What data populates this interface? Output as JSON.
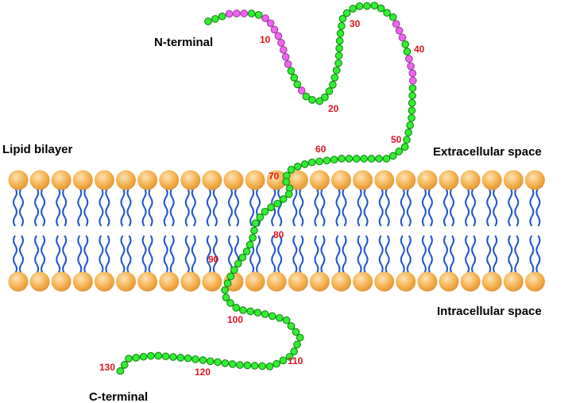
{
  "labels": {
    "n_terminal": "N-terminal",
    "c_terminal": "C-terminal",
    "lipid_bilayer": "Lipid bilayer",
    "extracellular": "Extracellular space",
    "intracellular": "Intracellular space"
  },
  "residue_numbers": [
    "10",
    "20",
    "30",
    "40",
    "50",
    "60",
    "70",
    "80",
    "90",
    "100",
    "110",
    "120",
    "130"
  ],
  "colors": {
    "residue_green": "#33ee33",
    "residue_magenta": "#ee66ee",
    "residue_outline": "#118811",
    "lipid_head": "#f5b14e",
    "lipid_tail": "#2255cc",
    "number_red": "#e0141e"
  }
}
